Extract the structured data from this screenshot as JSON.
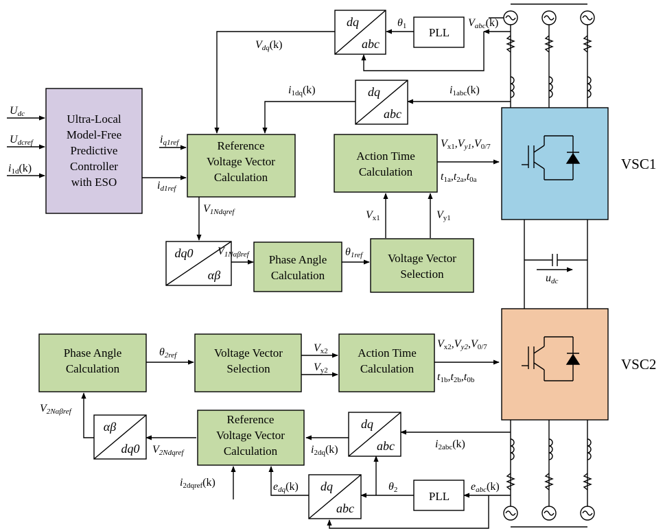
{
  "colors": {
    "controller_fill": "#d5cbe3",
    "green_fill": "#c5dba6",
    "vsc1_fill": "#9fd0e6",
    "vsc2_fill": "#f3c7a4",
    "line": "#000000"
  },
  "inputs": {
    "udc": "U",
    "udc_sub": "dc",
    "udcref": "U",
    "udcref_sub": "dcref",
    "i1d": "i",
    "i1d_sub": "1d",
    "i1d_arg": "(k)"
  },
  "controller": {
    "lines": [
      "Ultra-Local",
      "Model-Free",
      "Predictive",
      "Controller",
      "with ESO"
    ]
  },
  "upper": {
    "ref_block": [
      "Reference",
      "Voltage Vector",
      "Calculation"
    ],
    "action_block": [
      "Action Time",
      "Calculation"
    ],
    "phase_block": [
      "Phase Angle",
      "Calculation"
    ],
    "select_block": [
      "Voltage Vector",
      "Selection"
    ],
    "pll": "PLL",
    "dq_top": "dq",
    "abc_bottom": "abc",
    "dq0_top": "dq0",
    "alphabeta_bottom": "αβ",
    "labels": {
      "theta1": "θ",
      "theta1_sub": "1",
      "vabc": "V",
      "vabc_sub": "abc",
      "vabc_arg": "(k)",
      "vdq": "V",
      "vdq_sub": "dq",
      "vdq_arg": "(k)",
      "i1dq": "i",
      "i1dq_sub": "1dq",
      "i1dq_arg": "(k)",
      "i1abc": "i",
      "i1abc_sub": "1abc",
      "i1abc_arg": "(k)",
      "iq1ref": "i",
      "iq1ref_sub": "q1ref",
      "id1ref": "i",
      "id1ref_sub": "d1ref",
      "v1ndqref": "V",
      "v1ndqref_sub": "1Ndqref",
      "v1nab": "V",
      "v1nab_sub": "1Nαβref",
      "theta1ref": "θ",
      "theta1ref_sub": "1ref",
      "vx1": "V",
      "vx1_sub": "x1",
      "vy1": "V",
      "vy1_sub": "y1",
      "vout1": "V",
      "vout1_a": "x1",
      "vout1_b": "y1",
      "vout1_c": "0/7",
      "t1": "t",
      "t1_a": "1a",
      "t1_b": "2a",
      "t1_c": "0a"
    }
  },
  "vsc1": "VSC1",
  "vsc2": "VSC2",
  "dc_link": {
    "u": "u",
    "sub": "dc"
  },
  "lower": {
    "phase_block": [
      "Phase Angle",
      "Calculation"
    ],
    "select_block": [
      "Voltage Vector",
      "Selection"
    ],
    "action_block": [
      "Action Time",
      "Calculation"
    ],
    "ref_block": [
      "Reference",
      "Voltage Vector",
      "Calculation"
    ],
    "pll": "PLL",
    "labels": {
      "theta2ref": "θ",
      "theta2ref_sub": "2ref",
      "vx2": "V",
      "vx2_sub": "x2",
      "vy2": "V",
      "vy2_sub": "y2",
      "vout2_a": "x2",
      "vout2_b": "y2",
      "vout2_c": "0/7",
      "t2_a": "1b",
      "t2_b": "2b",
      "t2_c": "0b",
      "v2nab": "V",
      "v2nab_sub": "2Nαβref",
      "v2ndqref": "V",
      "v2ndqref_sub": "2Ndqref",
      "i2dq": "i",
      "i2dq_sub": "2dq",
      "i2dq_arg": "(k)",
      "i2abc": "i",
      "i2abc_sub": "2abc",
      "i2abc_arg": "(k)",
      "i2dqref": "i",
      "i2dqref_sub": "2dqref",
      "i2dqref_arg": "(k)",
      "edq": "e",
      "edq_sub": "dq",
      "edq_arg": "(k)",
      "theta2": "θ",
      "theta2_sub": "2",
      "eabc": "e",
      "eabc_sub": "abc",
      "eabc_arg": "(k)"
    }
  }
}
